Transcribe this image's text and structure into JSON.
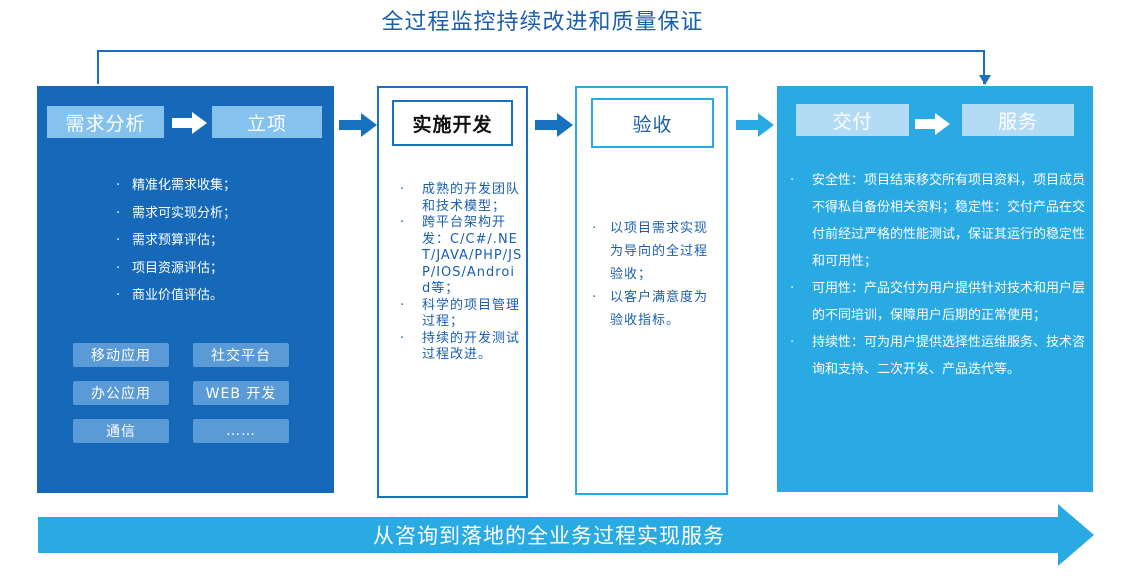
{
  "top_title": "全过程监控持续改进和质量保证",
  "stage1": {
    "demand_label": "需求分析",
    "setup_label": "立项",
    "items": [
      "精准化需求收集；",
      "需求可实现分析；",
      "需求预算评估；",
      "项目资源评估；",
      "商业价值评估。"
    ],
    "apps": [
      "移动应用",
      "社交平台",
      "办公应用",
      "WEB 开发",
      "通信",
      "……"
    ]
  },
  "stage2": {
    "title": "实施开发",
    "items": [
      "成熟的开发团队和技术模型；",
      "跨平台架构开发：C/C#/.NET/JAVA/PHP/JSP/IOS/Android等；",
      "科学的项目管理过程；",
      "持续的开发测试过程改进。"
    ]
  },
  "stage3": {
    "title": "验收",
    "items": [
      "以项目需求实现为导向的全过程验收；",
      "以客户满意度为验收指标。"
    ]
  },
  "stage4": {
    "deliver_label": "交付",
    "service_label": "服务",
    "items": [
      "安全性：项目结束移交所有项目资料，项目成员不得私自备份相关资料；稳定性：交付产品在交付前经过严格的性能测试，保证其运行的稳定性和可用性；",
      "可用性：产品交付为用户提供针对技术和用户层的不同培训，保障用户后期的正常使用；",
      "持续性：可为用户提供选择性运维服务、技术咨询和支持、二次开发、产品迭代等。"
    ]
  },
  "bottom_banner": "从咨询到落地的全业务过程实现服务",
  "colors": {
    "dark_blue": "#1569b8",
    "light_blue": "#29aae3",
    "line_blue": "#1a70c0"
  }
}
